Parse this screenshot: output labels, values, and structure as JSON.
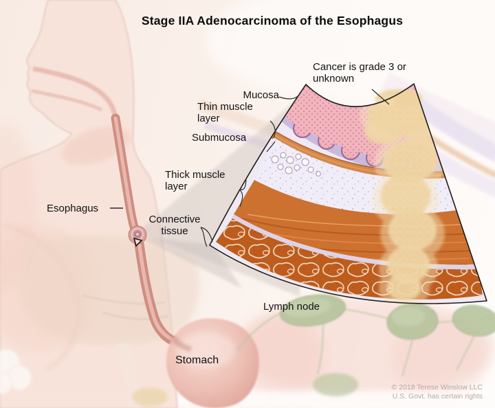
{
  "title": "Stage IIA Adenocarcinoma of the Esophagus",
  "annotation": {
    "cancer_note": "Cancer is grade 3 or unknown"
  },
  "layer_labels": [
    "Mucosa",
    "Thin muscle layer",
    "Submucosa",
    "Thick muscle layer",
    "Connective tissue"
  ],
  "anatomy_labels": {
    "esophagus": "Esophagus",
    "stomach": "Stomach",
    "lymph_node": "Lymph node"
  },
  "copyright": {
    "line1": "© 2018 Terese Winslow LLC",
    "line2": "U.S. Govt. has certain rights"
  },
  "colors": {
    "mucosa_pink": "#f2b4bd",
    "gland_outline_mauve": "#9b6b9b",
    "lavender_layer": "#c9badd",
    "muscle_orange": "#cd7130",
    "connective_rust": "#bd5c1d",
    "cancer_tan": "#eed3a0",
    "lymph_green": "#b8c59e",
    "skin_tone": "#f8e3da"
  }
}
